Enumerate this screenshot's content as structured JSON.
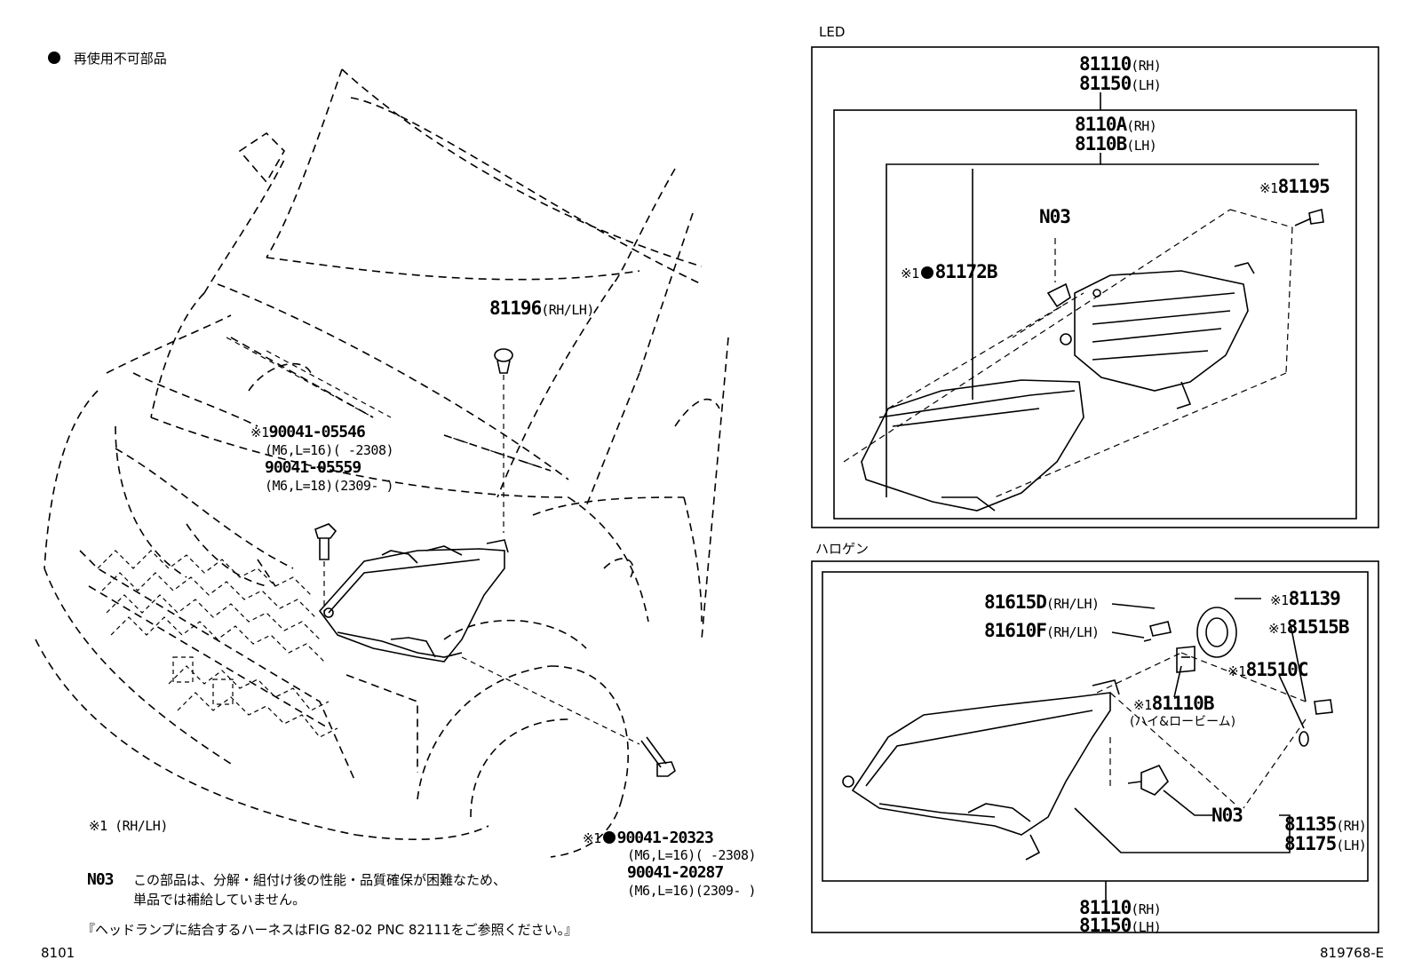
{
  "legend": {
    "dot_label": "再使用不可部品",
    "note_rh_lh": "※1 (RH/LH)"
  },
  "sections": {
    "led": "LED",
    "halogen": "ハロゲン"
  },
  "left": {
    "p81196": "81196",
    "p81196_sfx": "(RH/LH)",
    "bolt_top_mark": "※1",
    "bolt_top_a": "90041-05546",
    "bolt_top_a_spec": "(M6,L=16)(      -2308)",
    "bolt_top_b": "90041-05559",
    "bolt_top_b_spec": "(M6,L=18)(2309-      )",
    "bolt_bot_mark": "※1",
    "bolt_bot_a": "90041-20323",
    "bolt_bot_a_spec": "(M6,L=16)(      -2308)",
    "bolt_bot_b": "90041-20287",
    "bolt_bot_b_spec": "(M6,L=16)(2309-      )"
  },
  "note": {
    "code": "N03",
    "line1": "この部品は、分解・組付け後の性能・品質確保が困難なため、",
    "line2": "単品では補給していません。",
    "harness": "『ヘッドランプに結合するハーネスはFIG 82-02 PNC 82111をご参照ください。』"
  },
  "led": {
    "outer_rh": "81110",
    "outer_rh_sfx": "(RH)",
    "outer_lh": "81150",
    "outer_lh_sfx": "(LH)",
    "mid_rh": "8110A",
    "mid_rh_sfx": "(RH)",
    "mid_lh": "8110B",
    "mid_lh_sfx": "(LH)",
    "screw_mark": "※1",
    "screw": "81195",
    "n03": "N03",
    "gasket_mark": "※1",
    "gasket": "81172B"
  },
  "halogen": {
    "p81615D": "81615D",
    "p81615D_sfx": "(RH/LH)",
    "p81610F": "81610F",
    "p81610F_sfx": "(RH/LH)",
    "cap_mark": "※1",
    "cap": "81139",
    "socket_mark": "※1",
    "socket": "81515B",
    "bulb_mark": "※1",
    "bulb": "81510C",
    "hl_bulb_mark": "※1",
    "hl_bulb": "81110B",
    "hl_bulb_desc": "(ハイ&ロービーム)",
    "n03": "N03",
    "unit_rh": "81135",
    "unit_rh_sfx": "(RH)",
    "unit_lh": "81175",
    "unit_lh_sfx": "(LH)",
    "outer_rh": "81110",
    "outer_rh_sfx": "(RH)",
    "outer_lh": "81150",
    "outer_lh_sfx": "(LH)"
  },
  "footer": {
    "fig": "8101",
    "code": "819768-E"
  }
}
